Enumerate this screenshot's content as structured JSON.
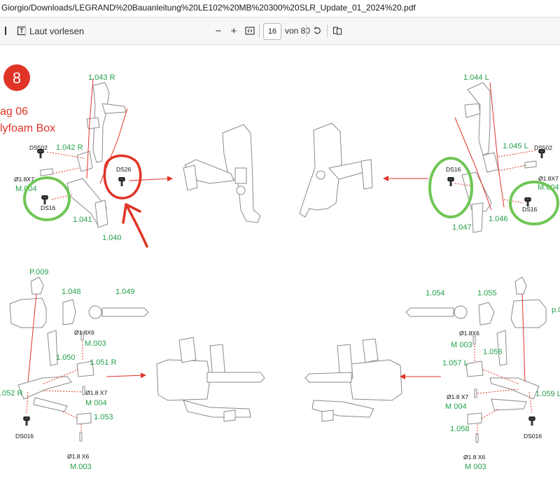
{
  "address_bar": {
    "url": "Giorgio/Downloads/LEGRAND%20Bauanleitung%20LE102%20MB%20300%20SLR_Update_01_2024%20.pdf"
  },
  "toolbar": {
    "read_aloud": "Laut vorlesen",
    "zoom_out": "−",
    "zoom_in": "+",
    "page_number": "16",
    "page_total": "von 80"
  },
  "document": {
    "step_number": "8",
    "bag": "ag 06",
    "box": "lyfoam Box",
    "top_left": {
      "p1043": "1.043 R",
      "p1042": "1.042 R",
      "ds502": "DS502",
      "pin": "Ø1.8X7",
      "m004": "M.004",
      "ds16": "DS16",
      "ds26": "DS26",
      "p1041": "1.041",
      "p1040": "1.040"
    },
    "top_right": {
      "p1044": "1.044 L",
      "p1045": "1.045 L",
      "ds502": "DS502",
      "pin": "Ø1.8X7",
      "m004": "M.004",
      "ds16a": "DS16",
      "ds16b": "DS16",
      "p1047": "1.047",
      "p1046": "1.046"
    },
    "bottom_left": {
      "p009": "P.009",
      "p1048": "1.048",
      "p1049": "1.049",
      "pin1": "Ø1.8X6",
      "m003a": "M.003",
      "p1050": "1.050",
      "p1051": "1.051 R",
      "p1052": ".052 R",
      "pin2": "Ø1.8 X7",
      "m004": "M 004",
      "p1053": "1.053",
      "ds016": "DS016",
      "pin3": "Ø1.8 X6",
      "m003b": "M.003"
    },
    "bottom_right": {
      "p1054": "1.054",
      "p1055": "1.055",
      "p0": "p.0",
      "pin1": "Ø1.8X6",
      "m003a": "M 003",
      "p1056": "1.056",
      "p1057": "1.057 L",
      "pin2": "Ø1.8 X7",
      "m004": "M 004",
      "p1059": "1.059 L",
      "p1058": "1.058",
      "ds016": "DS016",
      "pin3": "Ø1.8 X6",
      "m003b": "M 003"
    }
  },
  "colors": {
    "label_green": "#23a04a",
    "annotation_red": "#e03427",
    "highlight_green": "#6fc655",
    "drawing_gray": "#8a8a8a"
  }
}
